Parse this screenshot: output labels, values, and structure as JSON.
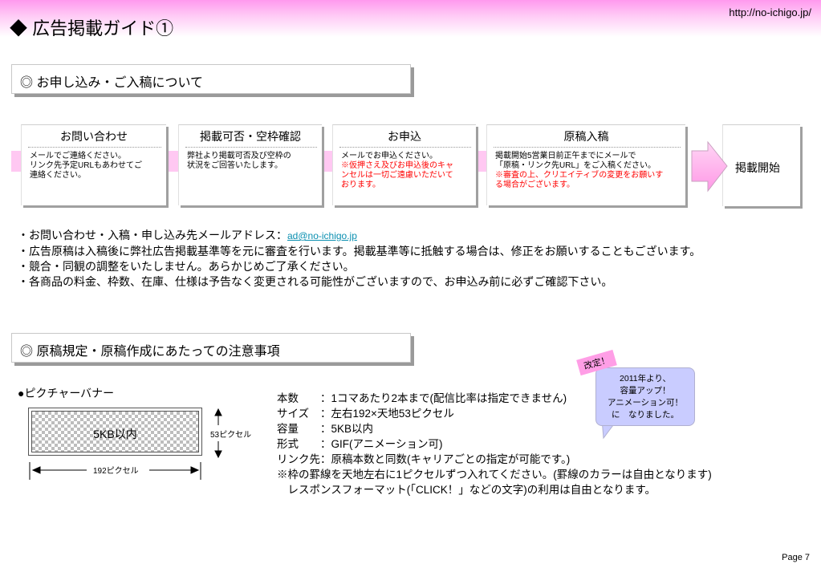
{
  "header": {
    "title": "◆ 広告掲載ガイド①",
    "url": "http://no-ichigo.jp/"
  },
  "section1": {
    "title": "◎ お申し込み・ご入稿について"
  },
  "flow": [
    {
      "title": "お問い合わせ",
      "lines": [
        "メールでご連絡ください。",
        "リンク先予定URLもあわせてご",
        "連絡ください。"
      ],
      "red_lines": []
    },
    {
      "title": "掲載可否・空枠確認",
      "lines": [
        "弊社より掲載可否及び空枠の",
        "状況をご回答いたします。"
      ],
      "red_lines": []
    },
    {
      "title": "お申込",
      "lines": [
        "メールでお申込ください。"
      ],
      "red_lines": [
        "※仮押さえ及びお申込後のキャ",
        "ンセルは一切ご遠慮いただいて",
        "おります。"
      ]
    },
    {
      "title": "原稿入稿",
      "lines": [
        "掲載開始5営業日前正午までにメールで",
        "「原稿・リンク先URL」をご入稿ください。"
      ],
      "red_lines": [
        "※審査の上、クリエイティブの変更をお願いす",
        "る場合がございます。"
      ]
    }
  ],
  "flow_end": {
    "label": "掲載開始"
  },
  "notes": {
    "email_prefix": "・お問い合わせ・入稿・申し込み先メールアドレス：",
    "email_link": "ad@no-ichigo.jp",
    "line2": "・広告原稿は入稿後に弊社広告掲載基準等を元に審査を行います。掲載基準等に抵触する場合は、修正をお願いすることもございます。",
    "line3": "・競合・同観の調整をいたしません。あらかじめご了承ください。",
    "line4": "・各商品の料金、枠数、在庫、仕様は予告なく変更される可能性がございますので、お申込み前に必ずご確認下さい。"
  },
  "section2": {
    "title": "◎ 原稿規定・原稿作成にあたっての注意事項"
  },
  "banner": {
    "heading": "●ピクチャーバナー",
    "capacity": "5KB以内",
    "height_label": "53ピクセル",
    "width_label": "192ピクセル"
  },
  "specs": {
    "rows": [
      {
        "label": "本数",
        "value": "：1コマあたり2本まで(配信比率は指定できません)"
      },
      {
        "label": "サイズ",
        "value": "：左右192×天地53ピクセル"
      },
      {
        "label": "容量",
        "value": "：5KB以内"
      },
      {
        "label": "形式",
        "value": "：GIF(アニメーション可)"
      },
      {
        "label": "リンク先",
        "value": "：原稿本数と同数(キャリアごとの指定が可能です。)"
      }
    ],
    "note1": "※枠の罫線を天地左右に1ピクセルずつ入れてください。(罫線のカラーは自由となります)",
    "note2": "　レスポンスフォーマット(「CLICK！」などの文字)の利用は自由となります。"
  },
  "badge": {
    "tag": "改定！",
    "lines": [
      "2011年より、",
      "容量アップ！",
      "アニメーション可！",
      "に　なりました。"
    ]
  },
  "footer": {
    "page": "Page 7"
  },
  "colors": {
    "accent_pink": "#ff99ee",
    "tab_pink": "#ffc8f2",
    "bubble_blue": "#c9ccff",
    "warning_red": "#ff0000",
    "link": "#0a8fb0"
  }
}
